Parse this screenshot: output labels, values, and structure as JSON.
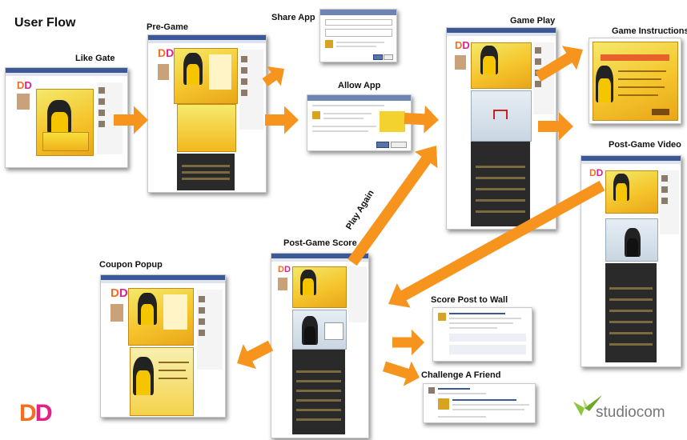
{
  "title": "User Flow",
  "steps": {
    "like_gate": "Like Gate",
    "pre_game": "Pre-Game",
    "share_app": "Share App",
    "allow_app": "Allow App",
    "game_play": "Game Play",
    "game_instructions": "Game Instructions",
    "post_game_video": "Post-Game Video",
    "post_game_score": "Post-Game Score",
    "play_again": "Play Again",
    "coupon_popup": "Coupon Popup",
    "score_post": "Score Post to Wall",
    "challenge": "Challenge A Friend"
  },
  "logos": {
    "dunkin": "DD",
    "studiocom": "studiocom"
  },
  "colors": {
    "arrow": "#f7941d",
    "facebook": "#3b5998",
    "dunkin_orange": "#f26f21",
    "dunkin_pink": "#e0218a",
    "studiocom_green": "#8dc63f"
  }
}
